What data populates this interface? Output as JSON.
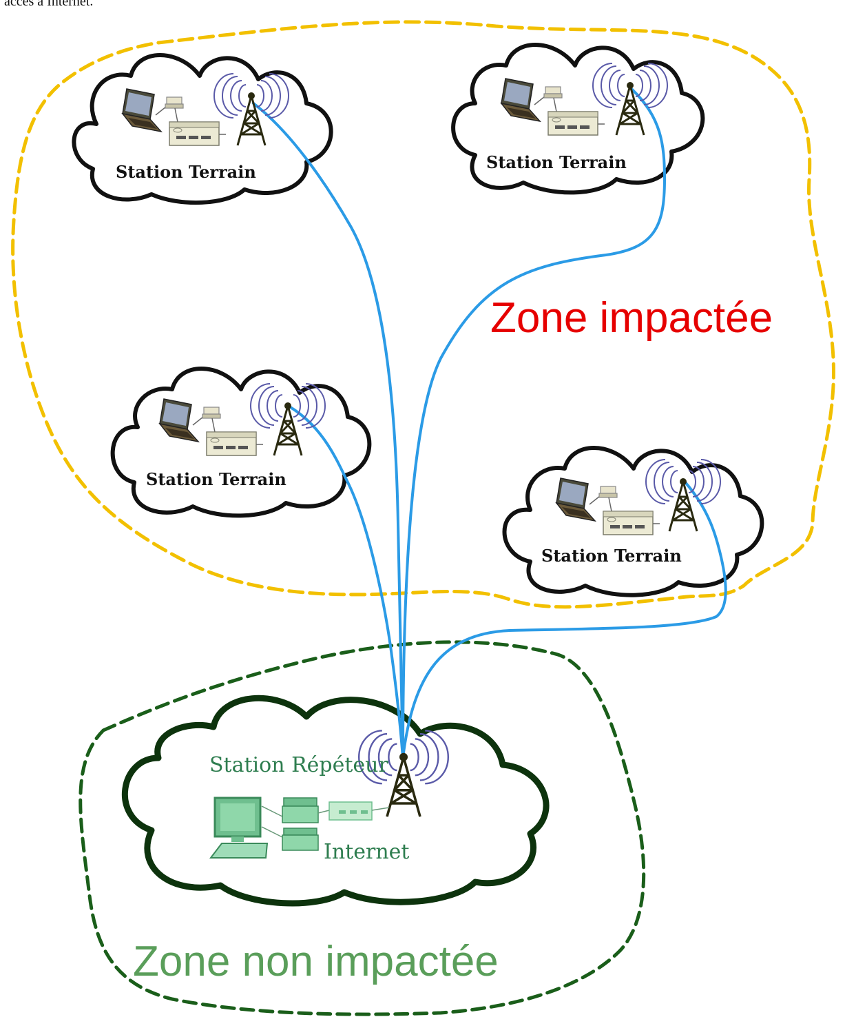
{
  "header": {
    "caption_fragment": "accès à Internet."
  },
  "zones": {
    "impacted_label": "Zone impactée",
    "impacted_color": "#e60000",
    "impacted_border_color": "#f2c000",
    "non_impacted_label": "Zone non impactée",
    "non_impacted_color": "#5a9e5a",
    "non_impacted_border_color": "#1a5e1a"
  },
  "stations": [
    {
      "label": "Station Terrain",
      "icon": "field-station-icon"
    },
    {
      "label": "Station Terrain",
      "icon": "field-station-icon"
    },
    {
      "label": "Station Terrain",
      "icon": "field-station-icon"
    },
    {
      "label": "Station Terrain",
      "icon": "field-station-icon"
    }
  ],
  "repeater": {
    "label": "Station Répéteur",
    "internet_label": "Internet",
    "icon": "repeater-station-icon"
  },
  "link_color": "#2b9be6"
}
